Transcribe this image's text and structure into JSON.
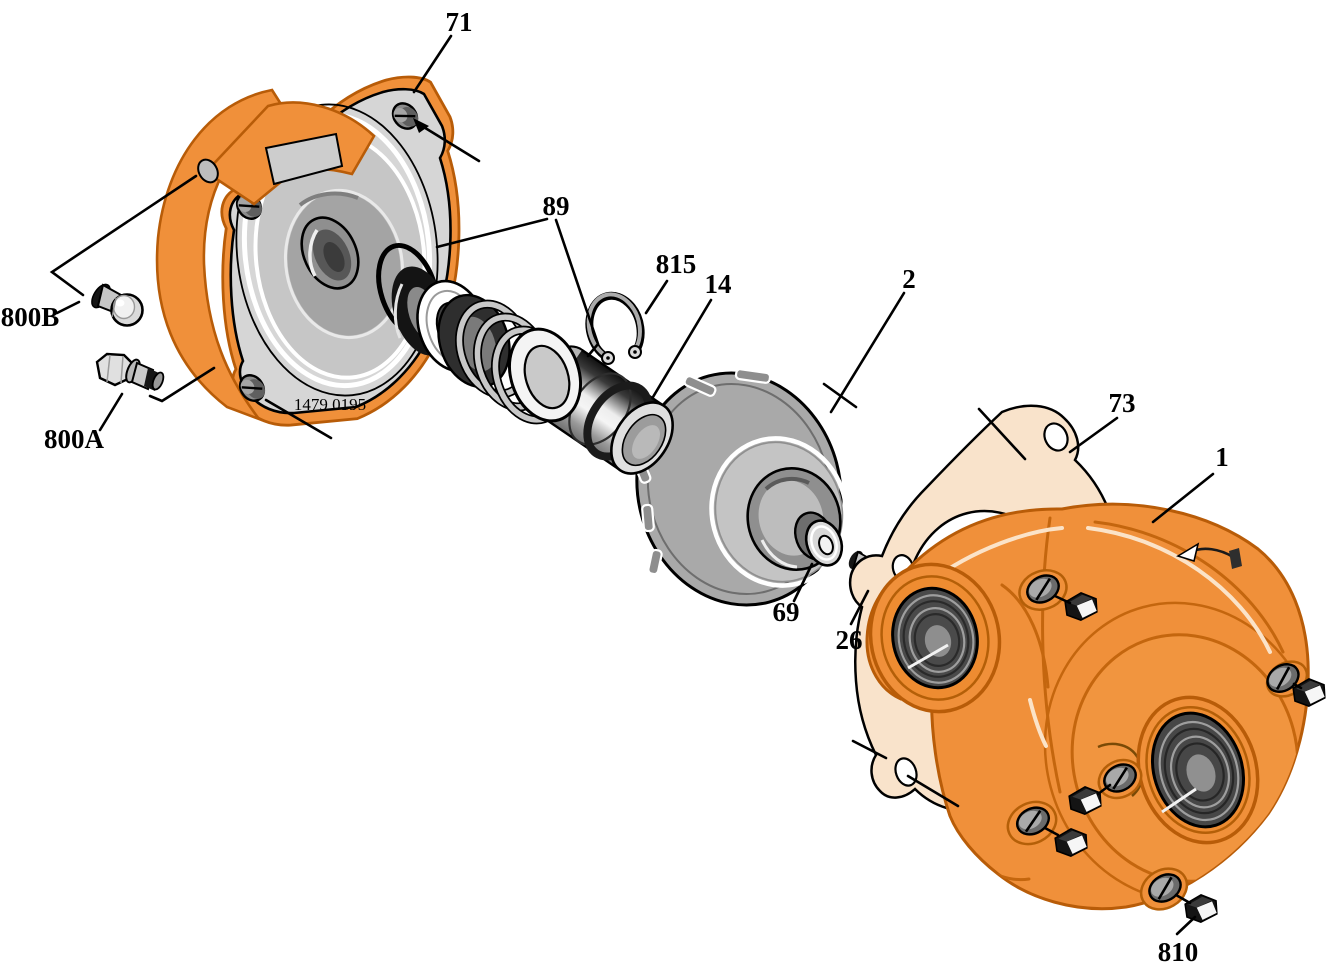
{
  "figure": {
    "type": "exploded-parts-diagram"
  },
  "labels": {
    "n71": "71",
    "n89": "89",
    "n815": "815",
    "n14": "14",
    "n2": "2",
    "n73": "73",
    "n1": "1",
    "n69": "69",
    "n26": "26",
    "n810": "810",
    "n800A": "800A",
    "n800B": "800B",
    "stamp": "1479 0195"
  },
  "icons": {
    "rotation_arrow": "curved-arrow-left"
  },
  "colors": {
    "part_orange": "#F0903A",
    "part_orange_outline": "#B85C08",
    "gasket_tan": "#F9E3CB",
    "metal_light_gray": "#D6D6D6",
    "metal_mid_gray": "#A9A9A9",
    "metal_dark": "#1A1A1A",
    "annotation_black": "#000000",
    "background": "#FFFFFF"
  }
}
